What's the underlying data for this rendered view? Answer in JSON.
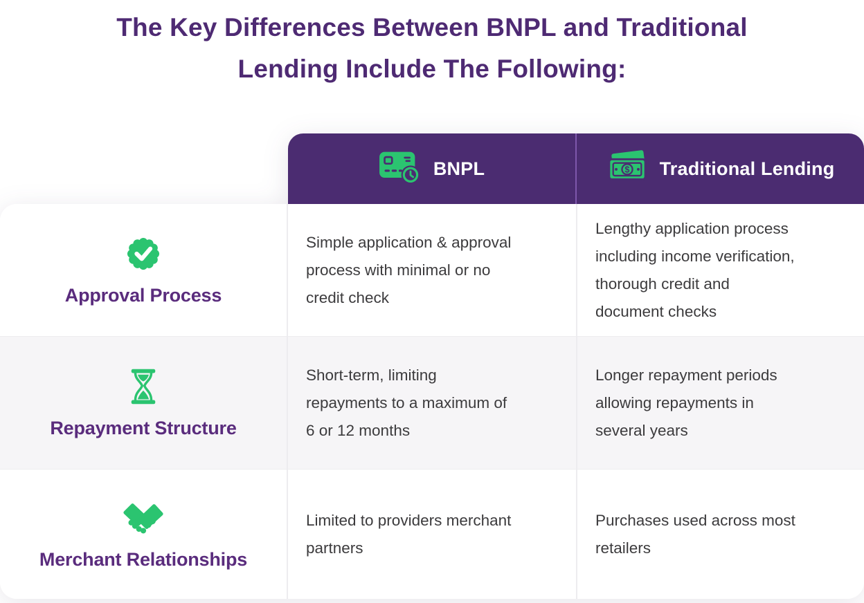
{
  "page": {
    "title": "The Key Differences Between BNPL and Traditional\nLending Include The Following:"
  },
  "colors": {
    "header_purple": "#4B2C71",
    "header_divider_purple": "#7E58AB",
    "title_purple": "#4E2A73",
    "row_label_purple": "#5A2C7D",
    "icon_green": "#2BC470",
    "body_text": "#3C3B3D",
    "alt_row_background": "#F6F5F7",
    "header_text": "#FFFFFF"
  },
  "table": {
    "columns": [
      {
        "label": "BNPL",
        "icon": "credit-card-clock-icon"
      },
      {
        "label": "Traditional Lending",
        "icon": "banknote-icon"
      }
    ],
    "rows": [
      {
        "label": "Approval Process",
        "icon": "badge-check-icon",
        "bnpl": "Simple application & approval\nprocess with minimal or no\ncredit check",
        "traditional": "Lengthy application process\nincluding income verification,\nthorough credit and\ndocument checks"
      },
      {
        "label": "Repayment Structure",
        "icon": "hourglass-icon",
        "bnpl": "Short-term, limiting\nrepayments to a maximum of\n6 or 12 months",
        "traditional": "Longer repayment periods\nallowing repayments in\nseveral years"
      },
      {
        "label": "Merchant Relationships",
        "icon": "handshake-icon",
        "bnpl": "Limited to providers merchant\npartners",
        "traditional": "Purchases used across most\nretailers"
      }
    ]
  }
}
